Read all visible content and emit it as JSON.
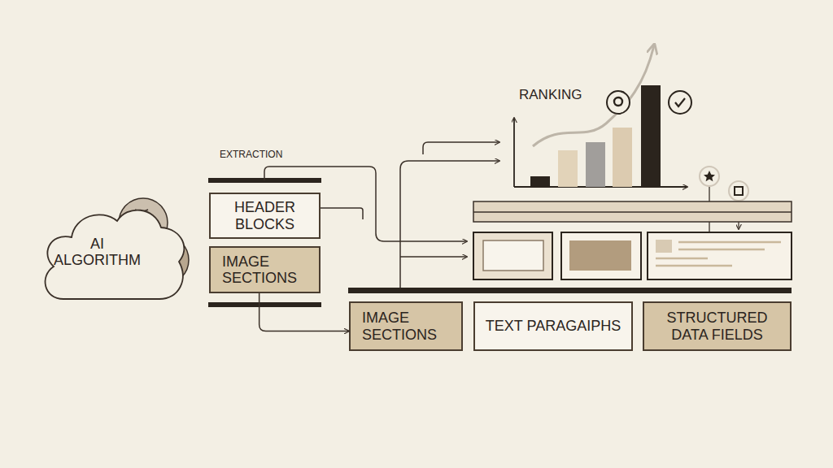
{
  "diagram": {
    "nodes": [
      {
        "text": [
          "AI ALGORITHM"
        ]
      },
      {
        "text": [
          "HEADER BLOCKS"
        ]
      },
      {
        "text": [
          "IMAGE SECTIONS"
        ]
      },
      {
        "text": [
          "IMAGE SECTIONS"
        ]
      },
      {
        "text": [
          "TEXT PARAGAIPHS"
        ]
      },
      {
        "text": [
          "STRUCTURED DATA FIELDS"
        ]
      }
    ],
    "edges": [
      {
        "from": 2,
        "to": 3,
        "arrow": "to"
      }
    ],
    "labels": [
      "EXTRACTION",
      "RANKING"
    ]
  }
}
